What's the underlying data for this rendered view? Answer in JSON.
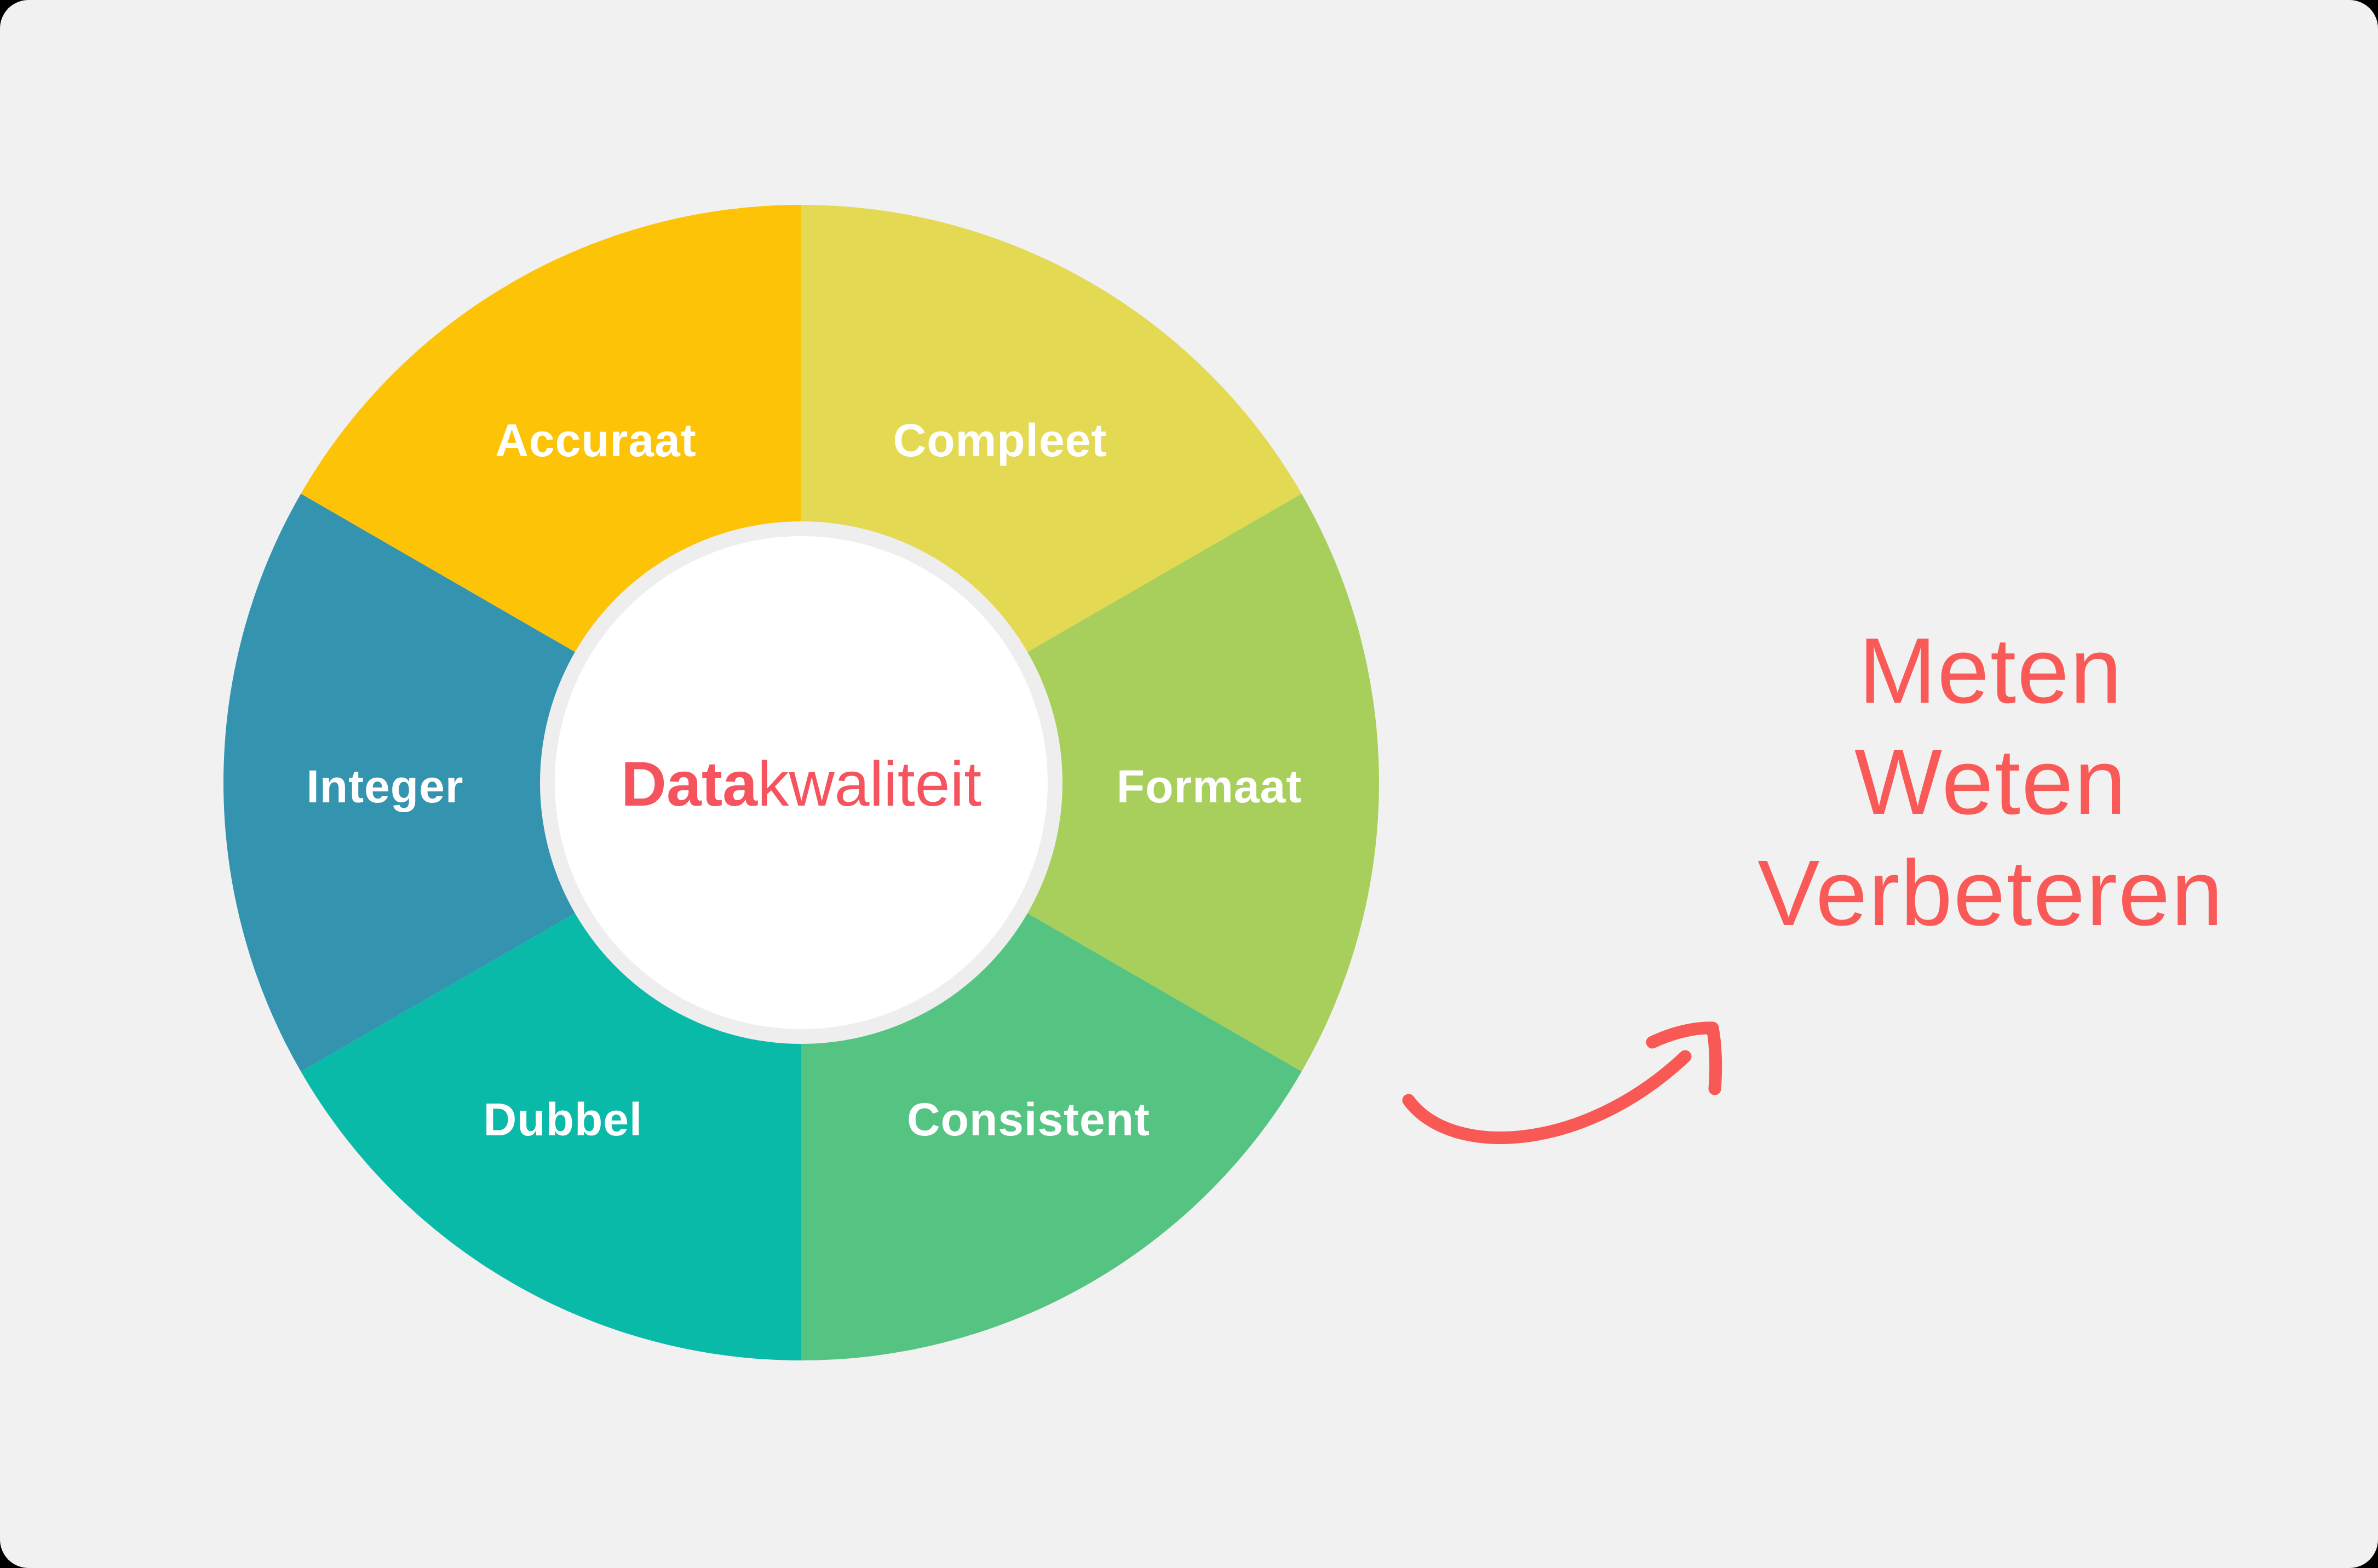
{
  "background": {
    "canvas_color": "#F2F1F1",
    "corner_outside_color": "#000000"
  },
  "donut": {
    "center": {
      "bold": "Data",
      "regular": "kwaliteit",
      "text_color": "#F5545E",
      "circle_color": "#FFFFFF",
      "ring_color": "#EFEEEE"
    },
    "label_color": "#FFFFFF",
    "segments": [
      {
        "label": "Accuraat",
        "color": "#FDC307"
      },
      {
        "label": "Compleet",
        "color": "#E3D952"
      },
      {
        "label": "Formaat",
        "color": "#A8CF5B"
      },
      {
        "label": "Consistent",
        "color": "#55C382"
      },
      {
        "label": "Dubbel",
        "color": "#0ABAA9"
      },
      {
        "label": "Integer",
        "color": "#3494B0"
      }
    ]
  },
  "annotation": {
    "lines": [
      "Meten",
      "Weten",
      "Verbeteren"
    ],
    "text_color": "#F95A57",
    "arrow_color": "#F85955"
  }
}
